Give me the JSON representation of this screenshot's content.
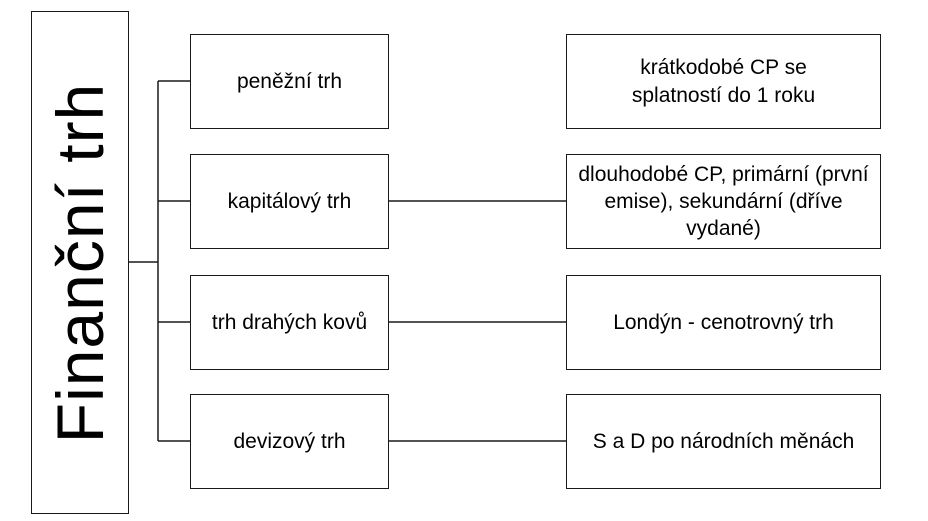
{
  "root": {
    "label": "Finanční trh"
  },
  "branches": [
    {
      "label": "peněžní trh",
      "detail": "krátkodobé CP se splatností do 1 roku"
    },
    {
      "label": "kapitálový trh",
      "detail": "dlouhodobé CP, primární (první emise), sekundární (dříve vydané)"
    },
    {
      "label": "trh drahých kovů",
      "detail": "Londýn - cenotrovný trh"
    },
    {
      "label": "devizový trh",
      "detail": "S a D po národních měnách"
    }
  ],
  "colors": {
    "line": "#1a1a1a",
    "background": "#ffffff",
    "text": "#000000"
  }
}
